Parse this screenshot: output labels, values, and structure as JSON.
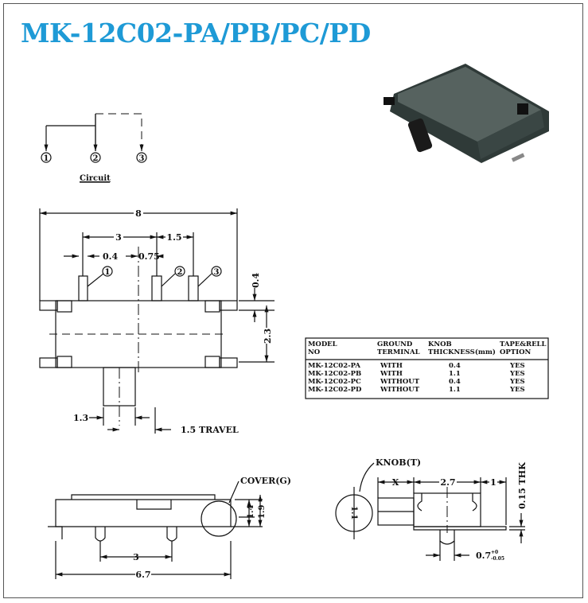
{
  "title": "MK-12C02-PA/PB/PC/PD",
  "circuit": {
    "label": "Circuit",
    "pins": [
      "1",
      "2",
      "3"
    ]
  },
  "top_view": {
    "dims": {
      "overall": "8",
      "pitch_a": "3",
      "pitch_b": "1.5",
      "pin_width": "0.4",
      "offset": "0.75",
      "lead_thk": "0.4",
      "height": "2.3",
      "knob_width": "1.3",
      "travel": "1.5 TRAVEL"
    },
    "pins": [
      "1",
      "2",
      "3"
    ]
  },
  "table": {
    "headers": [
      [
        "MODEL",
        "NO"
      ],
      [
        "GROUND",
        "TERMINAL"
      ],
      [
        "KNOB",
        "THICKNESS(mm)"
      ],
      [
        "TAPE&RELL",
        "OPTION"
      ]
    ],
    "rows": [
      [
        "MK-12C02-PA",
        "WITH",
        "0.4",
        "YES"
      ],
      [
        "MK-12C02-PB",
        "WITH",
        "1.1",
        "YES"
      ],
      [
        "MK-12C02-PC",
        "WITHOUT",
        "0.4",
        "YES"
      ],
      [
        "MK-12C02-PD",
        "WITHOUT",
        "1.1",
        "YES"
      ]
    ]
  },
  "side_view": {
    "cover_label": "COVER(G)",
    "dims": {
      "h1": "1.4",
      "h2": "1.9",
      "pitch": "3",
      "length": "6.7"
    }
  },
  "end_view": {
    "knob_label": "KNOB(T)",
    "dims": {
      "knob_dia": "1.1",
      "x": "X",
      "body": "2.7",
      "lead": "1",
      "thk": "0.15 THK",
      "post": "0.7",
      "post_tol_plus": "+0",
      "post_tol_minus": "-0.05"
    }
  },
  "colors": {
    "title": "#1e9ad6",
    "line": "#111111",
    "product": "#3d4a48"
  }
}
